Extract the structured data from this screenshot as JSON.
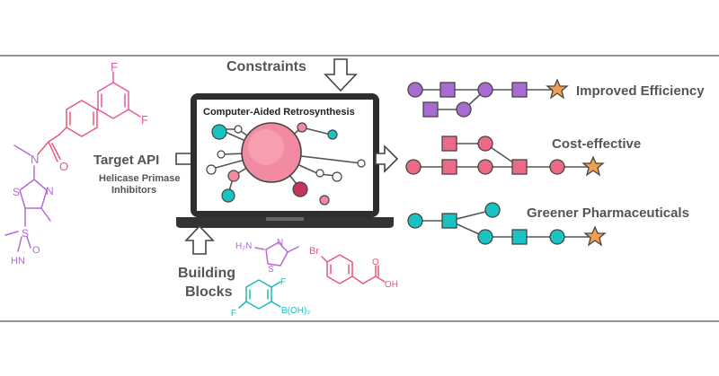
{
  "labels": {
    "constraints": "Constraints",
    "target_api": "Target API",
    "helicase_1": "Helicase Primase",
    "helicase_2": "Inhibitors",
    "building_1": "Building",
    "building_2": "Blocks",
    "screen_title": "Computer-Aided Retrosynthesis",
    "improved": "Improved Efficiency",
    "cost": "Cost-effective",
    "greener": "Greener Pharmaceuticals"
  },
  "atoms": {
    "f": "F",
    "n": "N",
    "o": "O",
    "s": "S",
    "hn": "HN",
    "h2n": "H₂N",
    "br": "Br",
    "oh": "OH",
    "boh2": "B(OH)₂"
  },
  "colors": {
    "purple": "#a86bd1",
    "pink": "#ec6a86",
    "teal": "#1bc2c2",
    "star": "#f0a050",
    "crimson": "#c2355d",
    "frame": "#555555"
  }
}
